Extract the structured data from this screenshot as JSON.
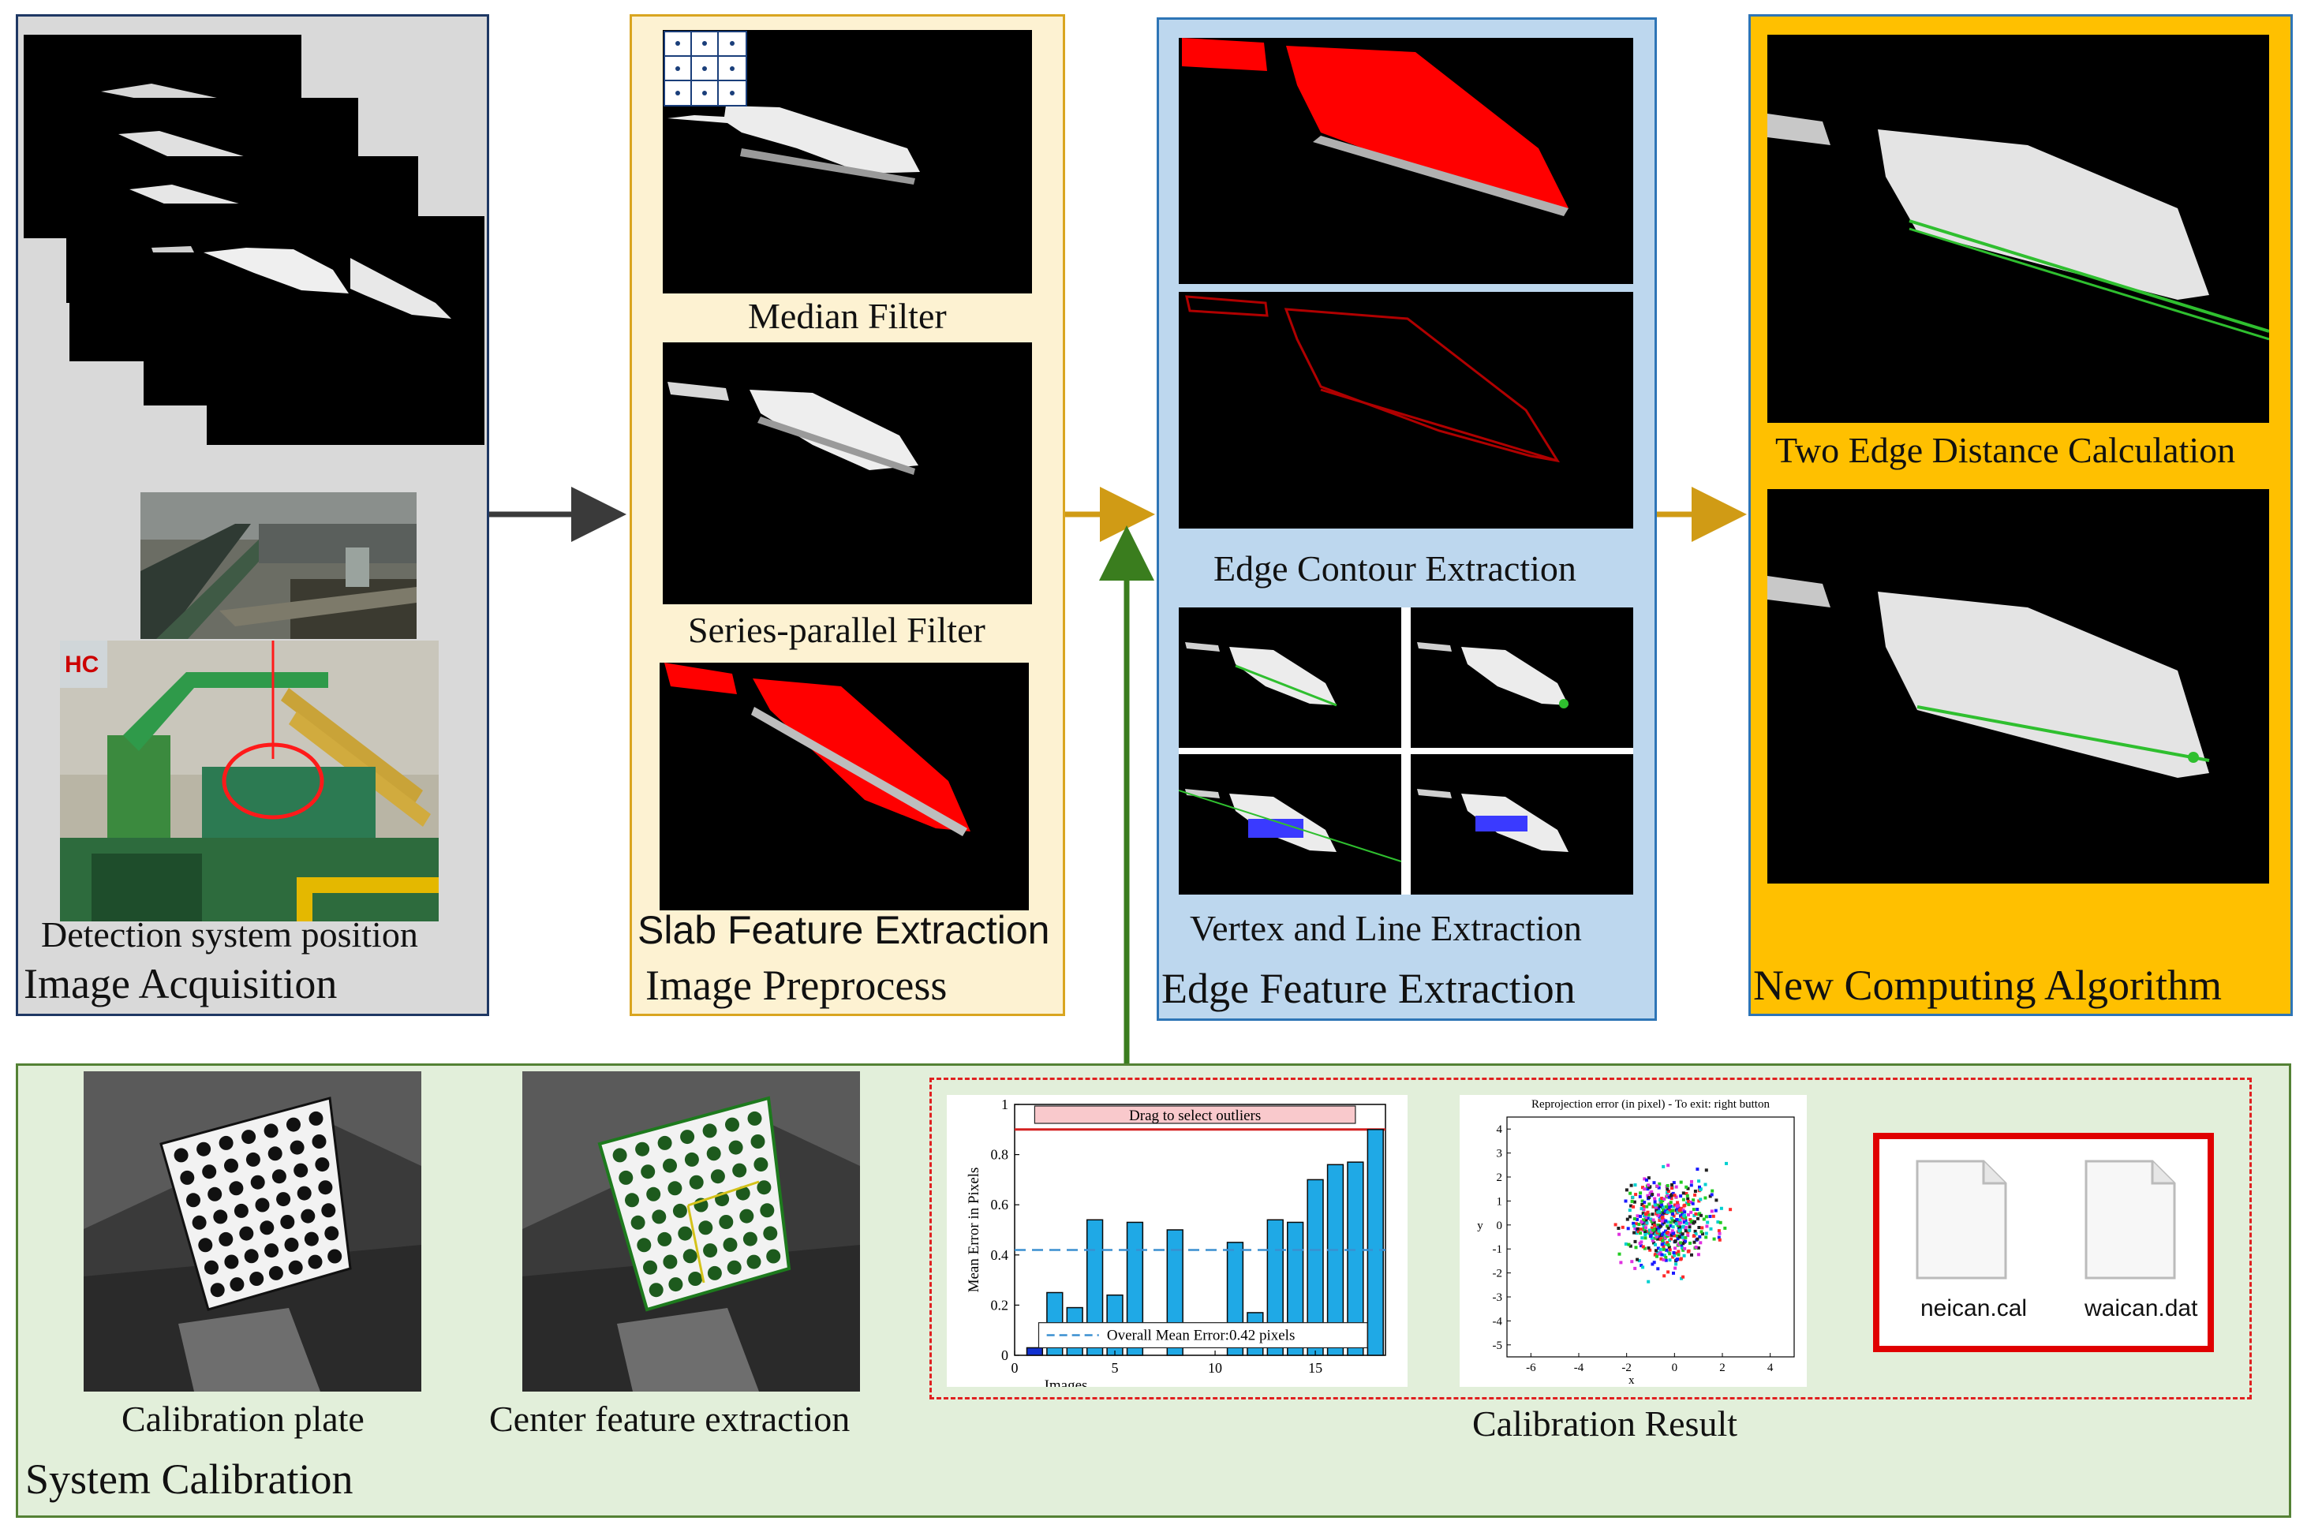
{
  "acquisition": {
    "title": "Image Acquisition",
    "caption": "Detection system position"
  },
  "preprocess": {
    "title": "Image Preprocess",
    "median": "Median Filter",
    "series": "Series-parallel  Filter",
    "slab": "Slab Feature Extraction"
  },
  "edge": {
    "title": "Edge Feature Extraction",
    "contour": "Edge Contour Extraction",
    "vertex": "Vertex and Line Extraction"
  },
  "algorithm": {
    "title": "New Computing Algorithm",
    "distance": "Two Edge Distance Calculation"
  },
  "calibration": {
    "title": "System  Calibration",
    "plate": "Calibration plate",
    "center": "Center feature extraction",
    "result": "Calibration Result",
    "files": [
      "neican.cal",
      "waican.dat"
    ]
  },
  "colors": {
    "gray_panel": "#d9d9d9",
    "cream_panel": "#fdf2d2",
    "blue_panel": "#bdd7ee",
    "gold_panel": "#ffc000",
    "green_panel": "#e2efda",
    "slab_red": "#ff0000",
    "arrow_dark": "#3a3a3a",
    "arrow_gold": "#d09b15",
    "arrow_green": "#3a7d1e",
    "arrow_blue": "#2f7bd3"
  },
  "chart_data": [
    {
      "type": "bar",
      "title": "Drag to select outliers",
      "xlabel": "Images",
      "ylabel": "Mean Error in Pixels",
      "ylim": [
        0,
        1
      ],
      "xlim": [
        0,
        18.5
      ],
      "xticks": [
        0,
        5,
        10,
        15
      ],
      "yticks": [
        0,
        0.2,
        0.4,
        0.6,
        0.8,
        1
      ],
      "categories": [
        1,
        2,
        3,
        4,
        5,
        6,
        7,
        8,
        9,
        10,
        11,
        12,
        13,
        14,
        15,
        16,
        17,
        18
      ],
      "values": [
        0.03,
        0.25,
        0.19,
        0.54,
        0.24,
        0.53,
        0.0,
        0.5,
        0.0,
        0.0,
        0.45,
        0.17,
        0.54,
        0.53,
        0.7,
        0.76,
        0.77,
        0.9
      ],
      "mean": 0.42,
      "legend": "Overall Mean Error:0.42 pixels",
      "threshold": 0.9
    },
    {
      "type": "scatter",
      "title": "Reprojection error (in pixel) - To exit: right button",
      "xlabel": "x",
      "ylabel": "y",
      "xlim": [
        -7,
        5
      ],
      "ylim": [
        -5.5,
        4.5
      ],
      "xticks": [
        -6,
        -4,
        -2,
        0,
        2,
        4
      ],
      "yticks": [
        4,
        3,
        2,
        1,
        0,
        -1,
        -2,
        -3,
        -4,
        -5
      ]
    }
  ]
}
